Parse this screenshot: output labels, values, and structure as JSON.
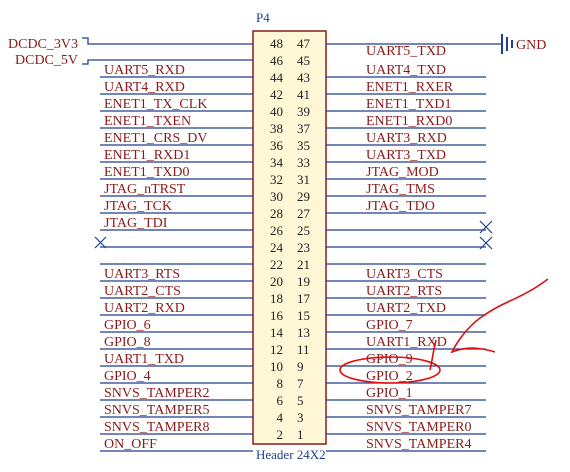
{
  "header": {
    "ref": "P4",
    "name": "Header 24X2"
  },
  "power": {
    "left_top": "DCDC_3V3",
    "left_bottom": "DCDC_5V",
    "right": "GND"
  },
  "rows": [
    {
      "left_pin": "48",
      "right_pin": "47",
      "left_label": "",
      "right_label": "UART5_TXD"
    },
    {
      "left_pin": "46",
      "right_pin": "45",
      "left_label": "UART5_RXD",
      "right_label": "UART4_TXD"
    },
    {
      "left_pin": "44",
      "right_pin": "43",
      "left_label": "UART4_RXD",
      "right_label": "ENET1_RXER"
    },
    {
      "left_pin": "42",
      "right_pin": "41",
      "left_label": "ENET1_TX_CLK",
      "right_label": "ENET1_TXD1"
    },
    {
      "left_pin": "40",
      "right_pin": "39",
      "left_label": "ENET1_TXEN",
      "right_label": "ENET1_RXD0"
    },
    {
      "left_pin": "38",
      "right_pin": "37",
      "left_label": "ENET1_CRS_DV",
      "right_label": "UART3_RXD"
    },
    {
      "left_pin": "36",
      "right_pin": "35",
      "left_label": "ENET1_RXD1",
      "right_label": "UART3_TXD"
    },
    {
      "left_pin": "34",
      "right_pin": "33",
      "left_label": "ENET1_TXD0",
      "right_label": "JTAG_MOD"
    },
    {
      "left_pin": "32",
      "right_pin": "31",
      "left_label": "JTAG_nTRST",
      "right_label": "JTAG_TMS"
    },
    {
      "left_pin": "30",
      "right_pin": "29",
      "left_label": "JTAG_TCK",
      "right_label": "JTAG_TDO"
    },
    {
      "left_pin": "28",
      "right_pin": "27",
      "left_label": "JTAG_TDI",
      "right_label": ""
    },
    {
      "left_pin": "26",
      "right_pin": "25",
      "left_label": "",
      "right_label": ""
    },
    {
      "left_pin": "24",
      "right_pin": "23",
      "left_label": "",
      "right_label": ""
    },
    {
      "left_pin": "22",
      "right_pin": "21",
      "left_label": "UART3_RTS",
      "right_label": "UART3_CTS"
    },
    {
      "left_pin": "20",
      "right_pin": "19",
      "left_label": "UART2_CTS",
      "right_label": "UART2_RTS"
    },
    {
      "left_pin": "18",
      "right_pin": "17",
      "left_label": "UART2_RXD",
      "right_label": "UART2_TXD"
    },
    {
      "left_pin": "16",
      "right_pin": "15",
      "left_label": "GPIO_6",
      "right_label": "GPIO_7"
    },
    {
      "left_pin": "14",
      "right_pin": "13",
      "left_label": "GPIO_8",
      "right_label": "UART1_RXD"
    },
    {
      "left_pin": "12",
      "right_pin": "11",
      "left_label": "UART1_TXD",
      "right_label": "GPIO_9"
    },
    {
      "left_pin": "10",
      "right_pin": "9",
      "left_label": "GPIO_4",
      "right_label": "GPIO_2"
    },
    {
      "left_pin": "8",
      "right_pin": "7",
      "left_label": "SNVS_TAMPER2",
      "right_label": "GPIO_1"
    },
    {
      "left_pin": "6",
      "right_pin": "5",
      "left_label": "SNVS_TAMPER5",
      "right_label": "SNVS_TAMPER7"
    },
    {
      "left_pin": "4",
      "right_pin": "3",
      "left_label": "SNVS_TAMPER8",
      "right_label": "SNVS_TAMPER0"
    },
    {
      "left_pin": "2",
      "right_pin": "1",
      "left_label": "ON_OFF",
      "right_label": "SNVS_TAMPER4"
    }
  ],
  "colors": {
    "wire": "#1f3f8f",
    "label": "#8b1a1a",
    "body_fill": "#fff7d6",
    "body_border": "#8b1a1a",
    "annotation": "#e01010"
  }
}
